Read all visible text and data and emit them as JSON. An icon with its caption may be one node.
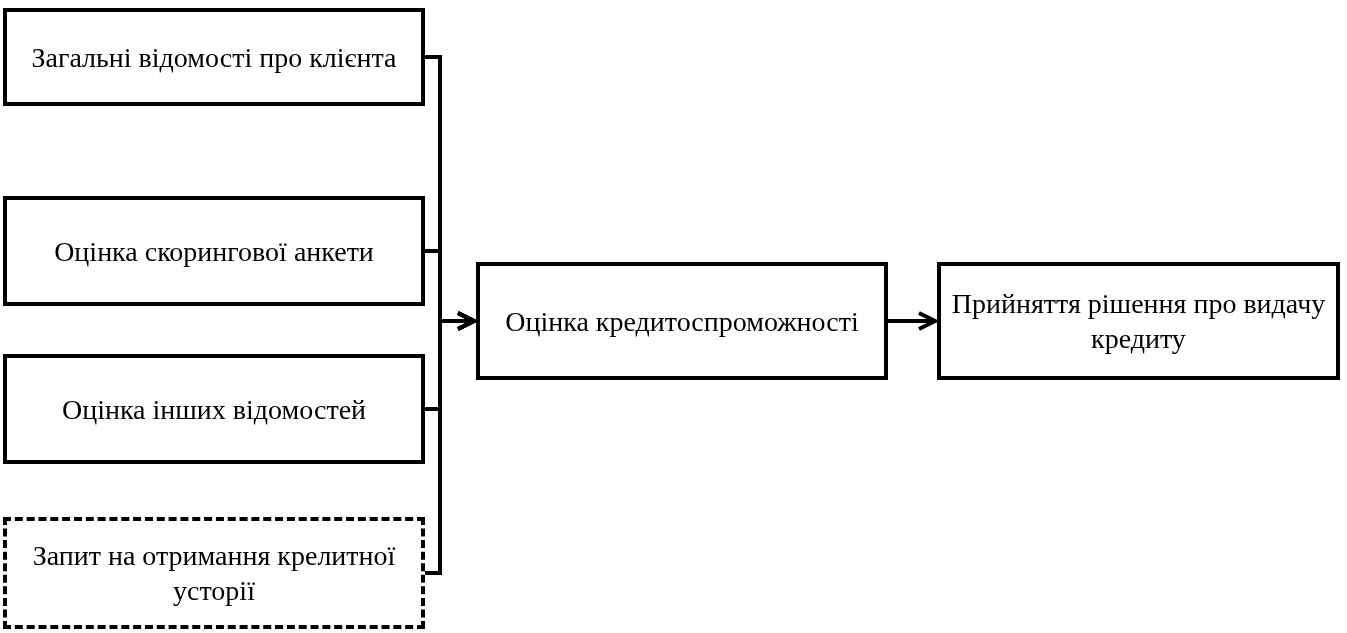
{
  "diagram": {
    "nodes": [
      {
        "text": [
          "Загальні відомості про клієнта"
        ]
      },
      {
        "text": [
          "Оцінка скорингової анкети"
        ]
      },
      {
        "text": [
          "Оцінка інших відомостей"
        ]
      },
      {
        "text": [
          "Запит на отримання крелитної усторії"
        ]
      },
      {
        "text": [
          "Оцінка кредитоспроможності"
        ]
      },
      {
        "text": [
          "Прийняття рішення про видачу кредиту"
        ]
      }
    ],
    "edges": [
      {
        "from": 0,
        "to": 4,
        "arrow": "to"
      },
      {
        "from": 1,
        "to": 4,
        "arrow": "to"
      },
      {
        "from": 2,
        "to": 4,
        "arrow": "to"
      },
      {
        "from": 3,
        "to": 4,
        "arrow": "to"
      },
      {
        "from": 4,
        "to": 5,
        "arrow": "to"
      }
    ]
  }
}
